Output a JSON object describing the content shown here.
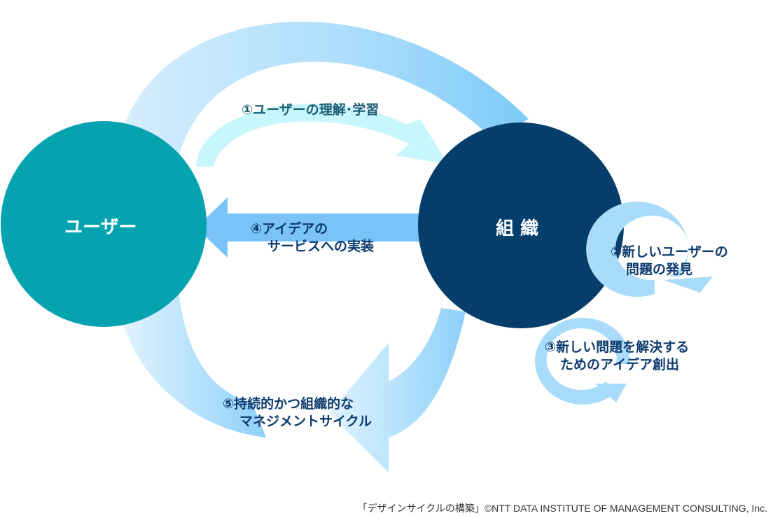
{
  "nodes": {
    "user": "ユーザー",
    "organization": "組 織"
  },
  "steps": {
    "step1": "①ユーザーの理解･学習",
    "step2_line1": "②新しいユーザーの",
    "step2_line2": "問題の発見",
    "step3_line1": "③新しい問題を解決する",
    "step3_line2": "ためのアイデア創出",
    "step4_line1": "④アイデアの",
    "step4_line2": "サービスへの実装",
    "step5_line1": "⑤持続的かつ組織的な",
    "step5_line2": "マネジメントサイクル"
  },
  "caption": "「デザインサイクルの構築」©NTT DATA INSTITUTE OF MANAGEMENT CONSULTING, Inc.",
  "colors": {
    "user_circle": "#05a2b0",
    "organization_circle": "#053e6b",
    "big_cycle_arrow": "#a9dcfb",
    "arrow_step1": "#c8f6fd",
    "arrow_step4": "#79c3f8",
    "small_loops": "#a9dcfb",
    "label_dark": "#0d3b6e",
    "label_teal": "#1d5e74"
  }
}
